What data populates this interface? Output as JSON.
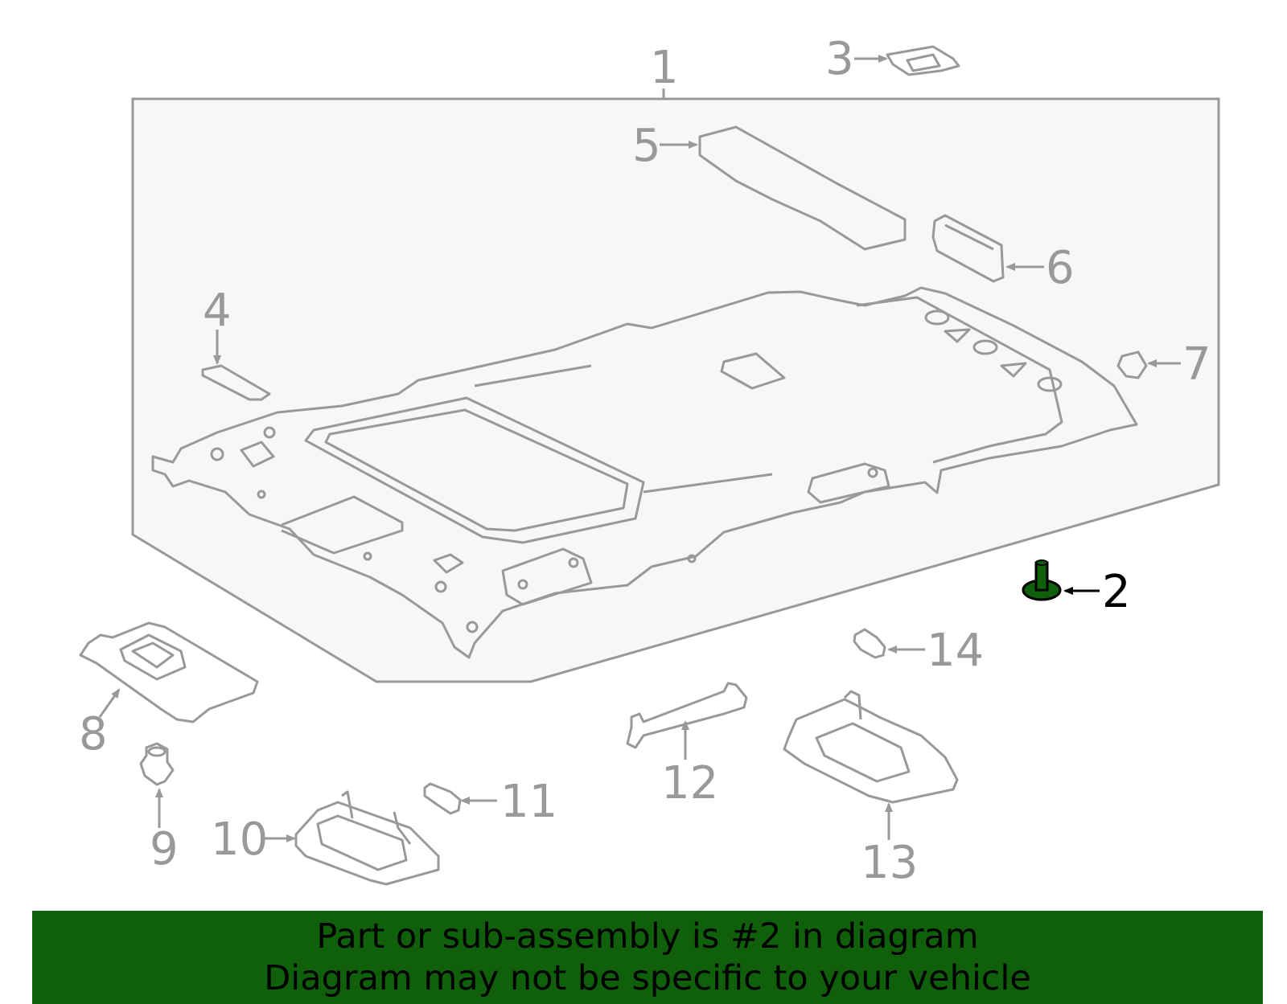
{
  "diagram": {
    "highlight_color": "#0f5f0b",
    "line_color": "#999999",
    "callouts": [
      {
        "id": "1",
        "label": "1",
        "highlighted": false
      },
      {
        "id": "2",
        "label": "2",
        "highlighted": true
      },
      {
        "id": "3",
        "label": "3",
        "highlighted": false
      },
      {
        "id": "4",
        "label": "4",
        "highlighted": false
      },
      {
        "id": "5",
        "label": "5",
        "highlighted": false
      },
      {
        "id": "6",
        "label": "6",
        "highlighted": false
      },
      {
        "id": "7",
        "label": "7",
        "highlighted": false
      },
      {
        "id": "8",
        "label": "8",
        "highlighted": false
      },
      {
        "id": "9",
        "label": "9",
        "highlighted": false
      },
      {
        "id": "10",
        "label": "10",
        "highlighted": false
      },
      {
        "id": "11",
        "label": "11",
        "highlighted": false
      },
      {
        "id": "12",
        "label": "12",
        "highlighted": false
      },
      {
        "id": "13",
        "label": "13",
        "highlighted": false
      },
      {
        "id": "14",
        "label": "14",
        "highlighted": false
      }
    ]
  },
  "banner": {
    "line1": "Part or sub-assembly is #2 in diagram",
    "line2": "Diagram may not be specific to your vehicle",
    "background": "#0f5f0b"
  }
}
